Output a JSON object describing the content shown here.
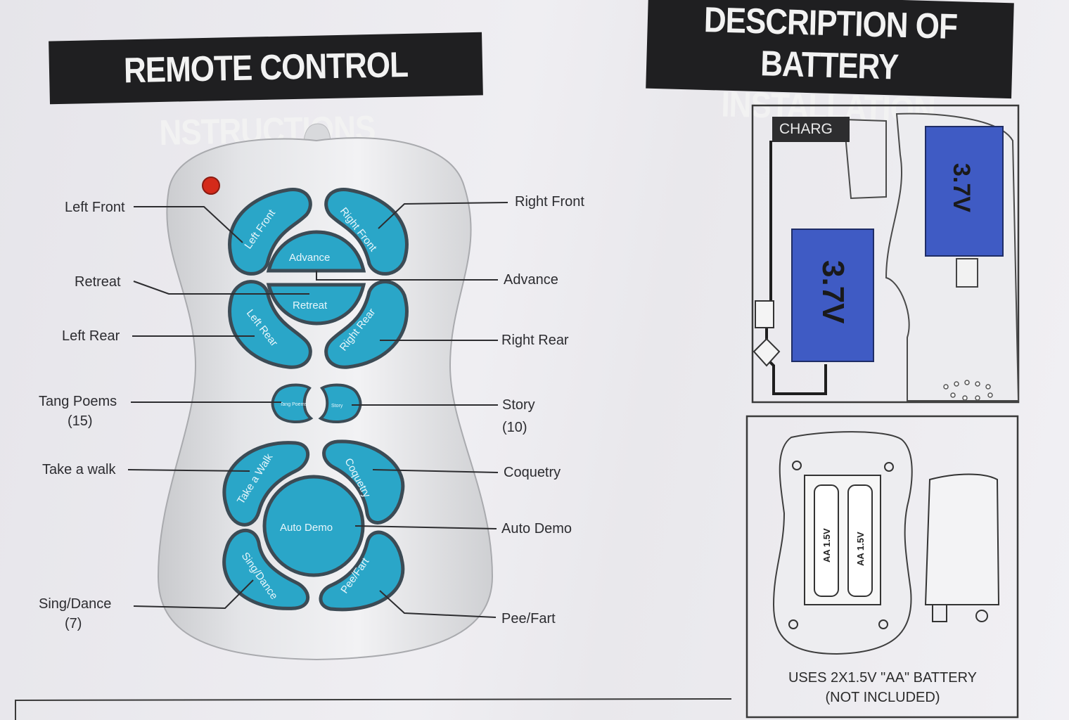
{
  "left_title": "REMOTE CONTROL NSTRUCTIONS",
  "right_title": {
    "line1": "DESCRIPTION OF BATTERY",
    "line2": "INSTALLATION"
  },
  "remote": {
    "buttons": {
      "left_front": "Left Front",
      "right_front": "Right Front",
      "advance": "Advance",
      "retreat": "Retreat",
      "left_rear": "Left Rear",
      "right_rear": "Right Rear",
      "tang_poems": "Tang Poems",
      "story": "Story",
      "take_a_walk": "Take a Walk",
      "coquetry": "Coquetry",
      "auto_demo": "Auto Demo",
      "sing_dance": "Sing/Dance",
      "pee_fart": "Pee/Fart"
    }
  },
  "callouts": {
    "left_front": "Left Front",
    "right_front": "Right Front",
    "retreat": "Retreat",
    "advance": "Advance",
    "left_rear": "Left Rear",
    "right_rear": "Right Rear",
    "tang_poems": "Tang Poems",
    "tang_poems_count": "(15)",
    "story": "Story",
    "story_count": "(10)",
    "take_a_walk": "Take a walk",
    "coquetry": "Coquetry",
    "auto_demo": "Auto Demo",
    "sing_dance": "Sing/Dance",
    "sing_dance_count": "(7)",
    "pee_fart": "Pee/Fart"
  },
  "battery": {
    "charge_label": "CHARG",
    "pack_voltage": "3.7V",
    "aa_label": "AA 1.5V",
    "caption_line1": "USES 2X1.5V \"AA\" BATTERY",
    "caption_line2": "(NOT INCLUDED)"
  },
  "colors": {
    "button_fill": "#2aa6c8",
    "button_outline": "#3c4b55",
    "battery_fill": "#3f5bc4",
    "banner": "#1f1f21",
    "led": "#d42a1a"
  }
}
